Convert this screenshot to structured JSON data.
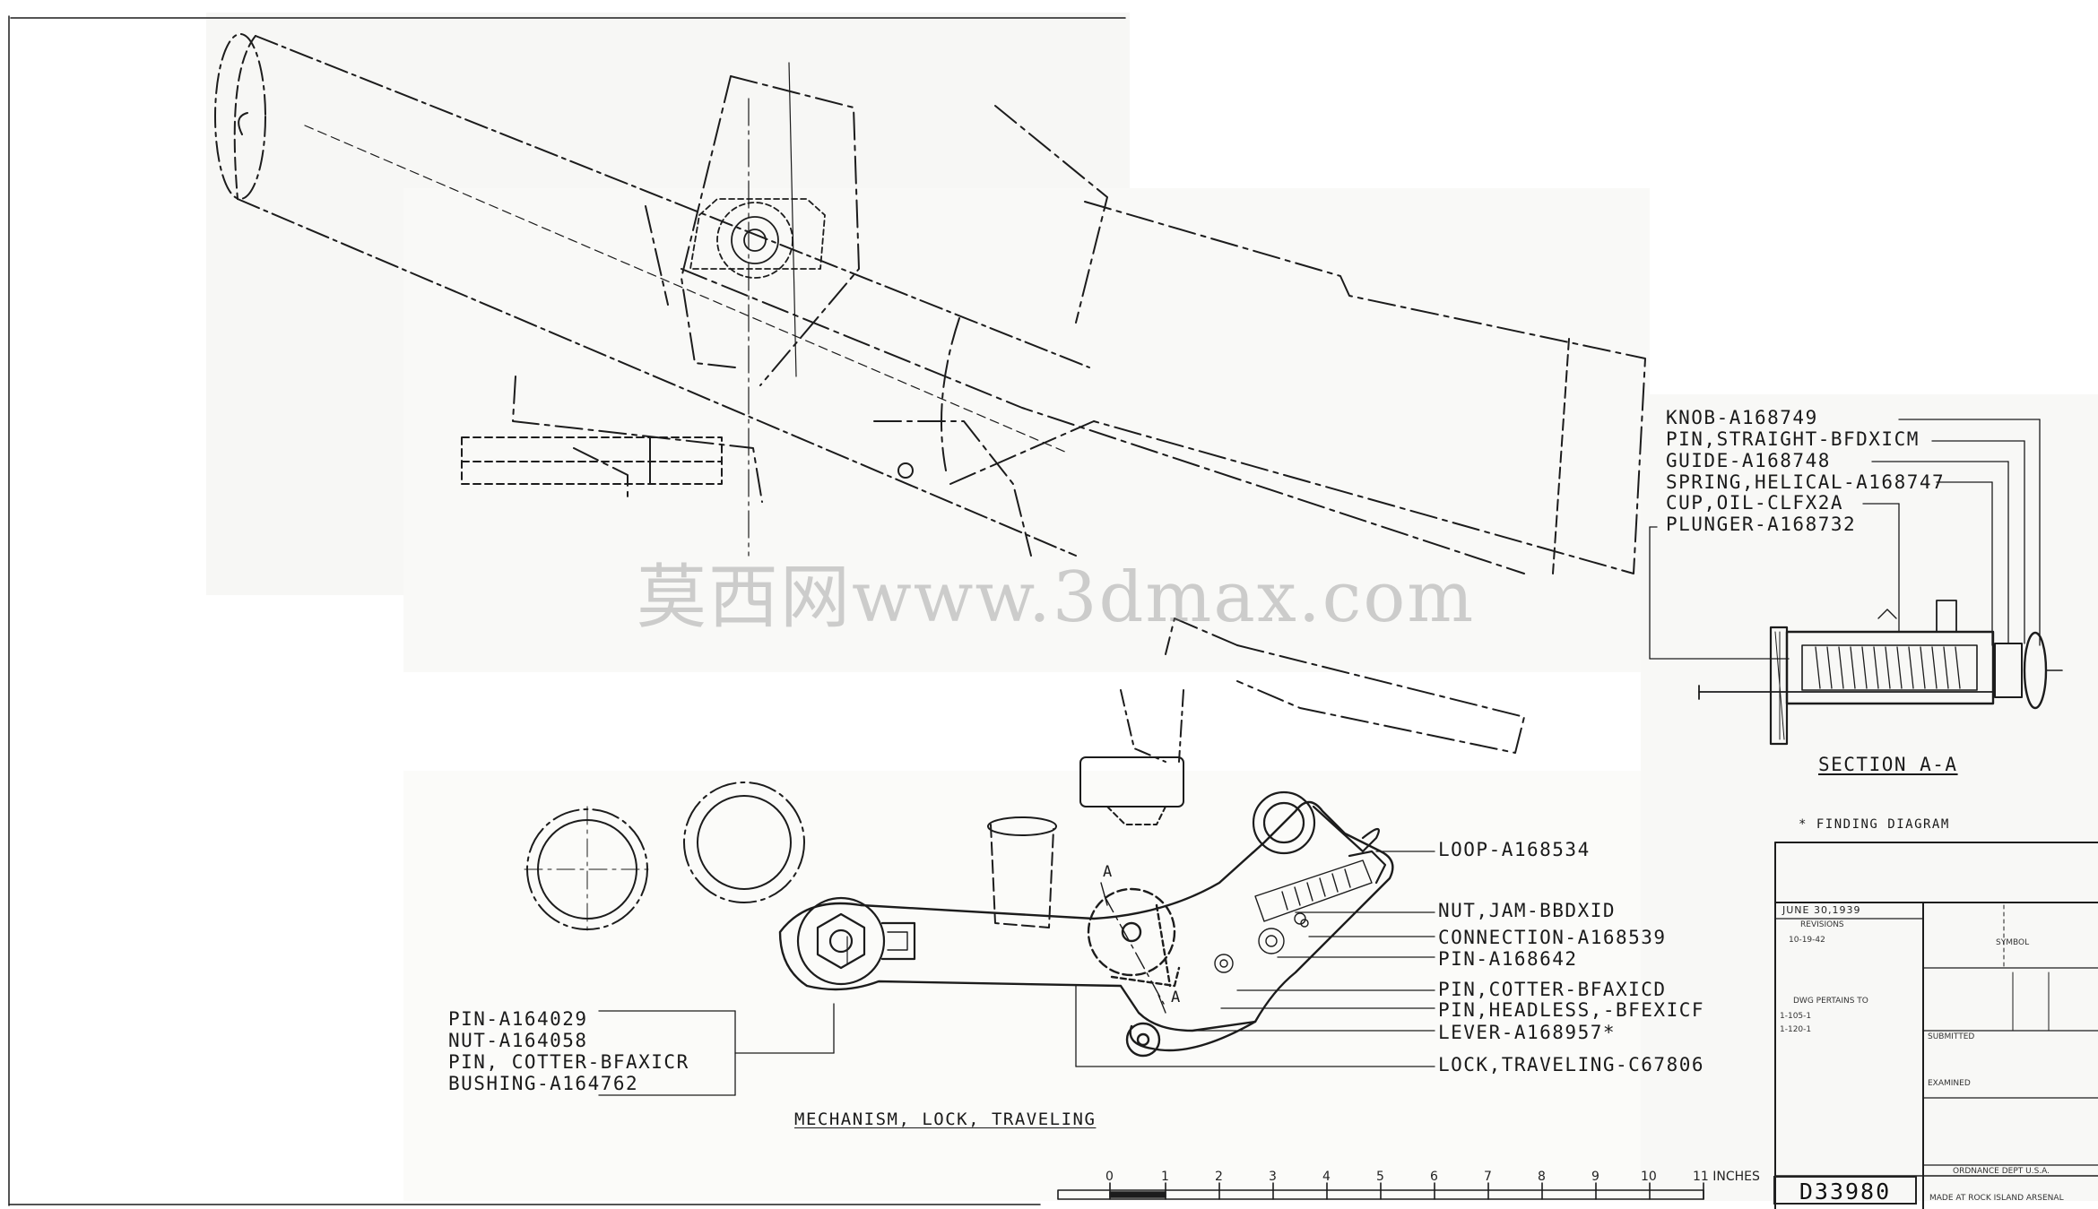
{
  "watermark": "莫西网www.3dmax.com",
  "callouts_right": [
    "LOOP-A168534",
    "NUT,JAM-BBDXID",
    "CONNECTION-A168539",
    "PIN-A168642",
    "PIN,COTTER-BFAXICD",
    "PIN,HEADLESS,-BFEXICF",
    "LEVER-A168957*",
    "LOCK,TRAVELING-C67806"
  ],
  "callouts_left": [
    "PIN-A164029",
    "NUT-A164058",
    "PIN, COTTER-BFAXICR",
    "BUSHING-A164762"
  ],
  "section_callouts": [
    "KNOB-A168749",
    "PIN,STRAIGHT-BFDXICM",
    "GUIDE-A168748",
    "SPRING,HELICAL-A168747",
    "CUP,OIL-CLFX2A",
    "PLUNGER-A168732"
  ],
  "section_title": "SECTION A-A",
  "mechanism_title": "MECHANISM, LOCK, TRAVELING",
  "finding_note": "* FINDING DIAGRAM",
  "section_marks": [
    "A",
    "A"
  ],
  "scale": {
    "ticks": [
      "0",
      "1",
      "2",
      "3",
      "4",
      "5",
      "6",
      "7",
      "8",
      "9",
      "10",
      "11 INCHES"
    ]
  },
  "title_block": {
    "date": "JUNE 30,1939",
    "revisions": "REVISIONS",
    "revision_date": "10-19-42",
    "symbol": "SYMBOL",
    "dwg_pertains": "DWG PERTAINS TO",
    "pertains_1": "1-105-1",
    "pertains_2": "1-120-1",
    "submitted": "SUBMITTED",
    "examined": "EXAMINED",
    "dept_1": "ORDNANCE DEPT U.S.A.",
    "dept_2": "MADE AT ROCK ISLAND ARSENAL",
    "drawing_number": "D33980"
  }
}
